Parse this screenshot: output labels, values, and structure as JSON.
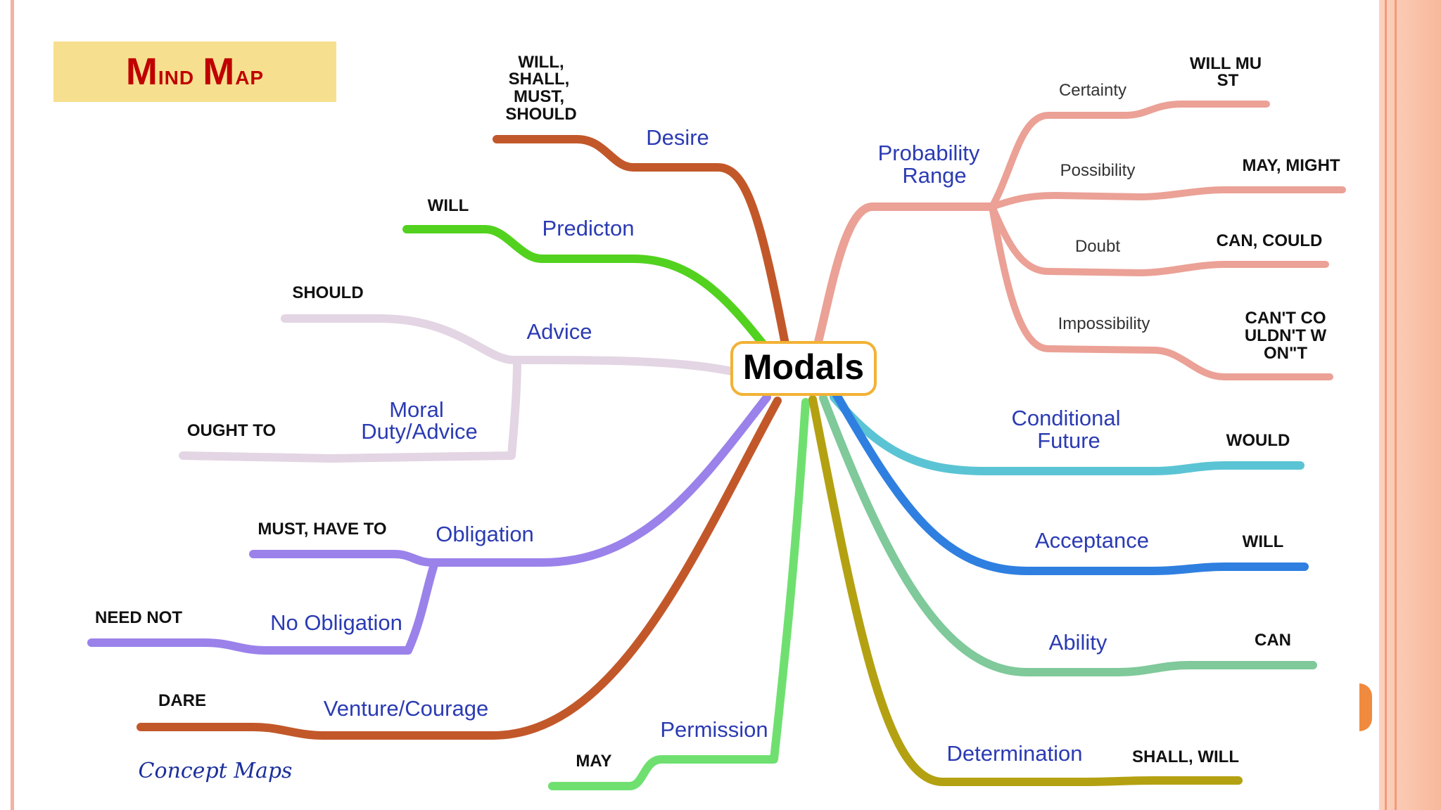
{
  "slide_title": "Mind Map",
  "title_parts": [
    "M",
    "ind ",
    "M",
    "ap"
  ],
  "center": "Modals",
  "colors": {
    "desire": "#c2582a",
    "prediction": "#52d21e",
    "advice": "#e3d5e3",
    "obligation": "#9a82ea",
    "venture": "#c2582a",
    "permission": "#6fe070",
    "probability": "#eba196",
    "conditional": "#5bc4d4",
    "acceptance": "#2f7fe0",
    "ability": "#7fc99a",
    "determination": "#b4a112",
    "title_bg": "#f6e08f",
    "title_text": "#c00000"
  },
  "branches": {
    "desire": {
      "label": "Desire",
      "modal_lines": [
        "WILL,",
        "SHALL,",
        "MUST,",
        "SHOULD"
      ]
    },
    "prediction": {
      "label": "Predicton",
      "modal": "WILL"
    },
    "advice": {
      "label": "Advice",
      "modal": "SHOULD"
    },
    "moral": {
      "label_lines": [
        "Moral",
        "Duty/Advice"
      ],
      "modal": "OUGHT TO"
    },
    "obligation": {
      "label": "Obligation",
      "modal": "MUST, HAVE TO"
    },
    "no_obligation": {
      "label": "No Obligation",
      "modal": "NEED NOT"
    },
    "venture": {
      "label": "Venture/Courage",
      "modal": "DARE"
    },
    "permission": {
      "label": "Permission",
      "modal": "MAY"
    },
    "probability": {
      "label_lines": [
        "Probability",
        "Range"
      ],
      "subs": {
        "certainty": {
          "label": "Certainty",
          "modal_lines": [
            "WILL MU",
            "ST"
          ]
        },
        "possibility": {
          "label": "Possibility",
          "modal": "MAY, MIGHT"
        },
        "doubt": {
          "label": "Doubt",
          "modal": "CAN, COULD"
        },
        "impossibility": {
          "label": "Impossibility",
          "modal_lines": [
            "CAN'T CO",
            "ULDN'T W",
            "ON\"T"
          ]
        }
      }
    },
    "conditional": {
      "label_lines": [
        "Conditional",
        "Future"
      ],
      "modal": "WOULD"
    },
    "acceptance": {
      "label": "Acceptance",
      "modal": "WILL"
    },
    "ability": {
      "label": "Ability",
      "modal": "CAN"
    },
    "determination": {
      "label": "Determination",
      "modal": "SHALL, WILL"
    }
  },
  "footer_logo": "Concept Maps"
}
